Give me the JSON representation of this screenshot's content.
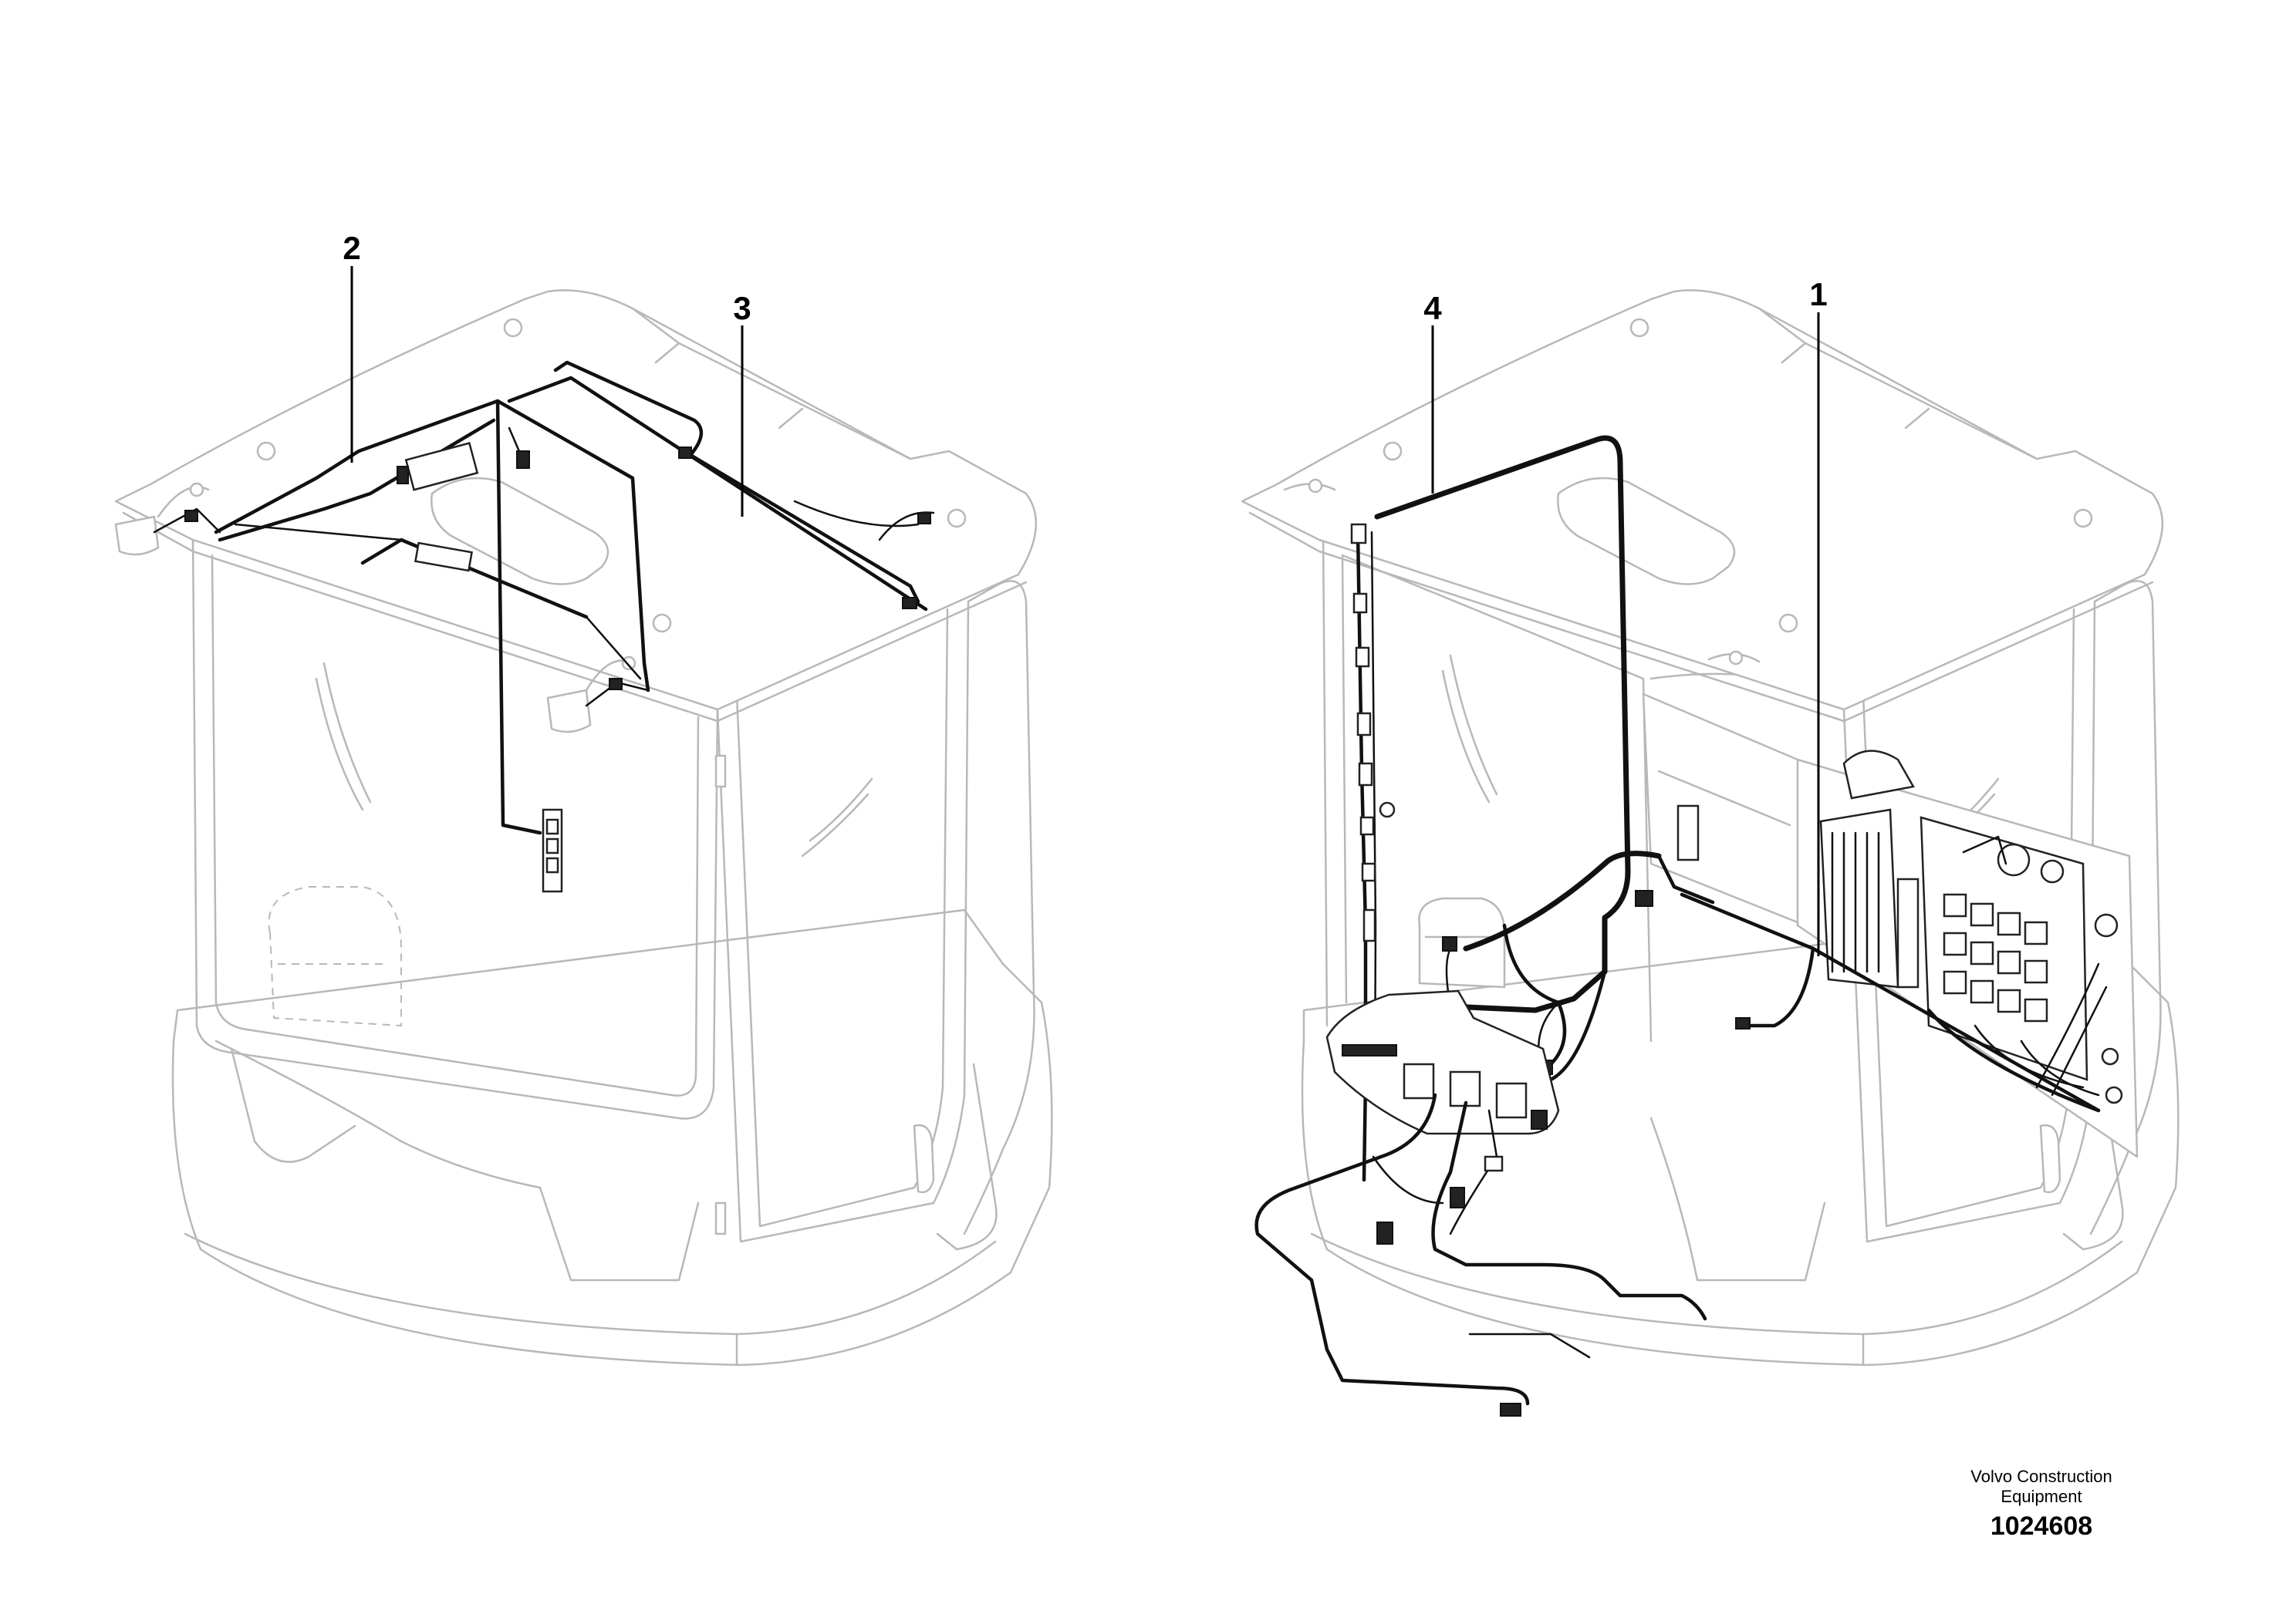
{
  "callouts": [
    {
      "id": "callout-2",
      "label": "2"
    },
    {
      "id": "callout-3",
      "label": "3"
    },
    {
      "id": "callout-4",
      "label": "4"
    },
    {
      "id": "callout-1",
      "label": "1"
    }
  ],
  "footer": {
    "company_line1": "Volvo Construction",
    "company_line2": "Equipment",
    "drawing_number": "1024608"
  }
}
